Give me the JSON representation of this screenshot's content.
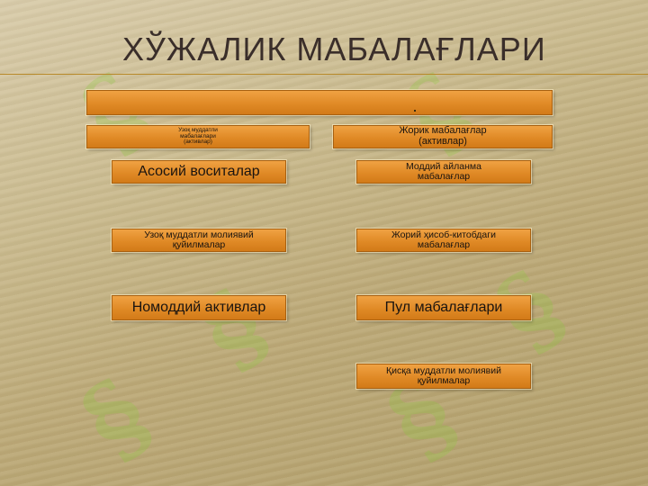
{
  "slide": {
    "title": "ХЎЖАЛИК МАБАЛАҒЛАРИ",
    "top_bar_text": "",
    "watermark_glyph": "§"
  },
  "left_column": {
    "header": "Узоқ муддатли\nмабалағлари\n(активлар)",
    "items": [
      "Асосий воситалар",
      "Узоқ муддатли молиявий\nқуйилмалар",
      "Номоддий активлар"
    ]
  },
  "right_column": {
    "header": "Жорик мабалағлар\n(активлар)",
    "items": [
      "Моддий айланма\nмабалағлар",
      "Жорий ҳисоб-китобдаги\nмабалағлар",
      "Пул мабалағлари",
      "Қисқа муддатли молиявий\nқуйилмалар"
    ]
  },
  "colors": {
    "box_fill": "#e08a26",
    "box_border": "#a86010",
    "background": "#c9b98c",
    "title_text": "#3a2e2a",
    "watermark": "#8cc83c"
  }
}
